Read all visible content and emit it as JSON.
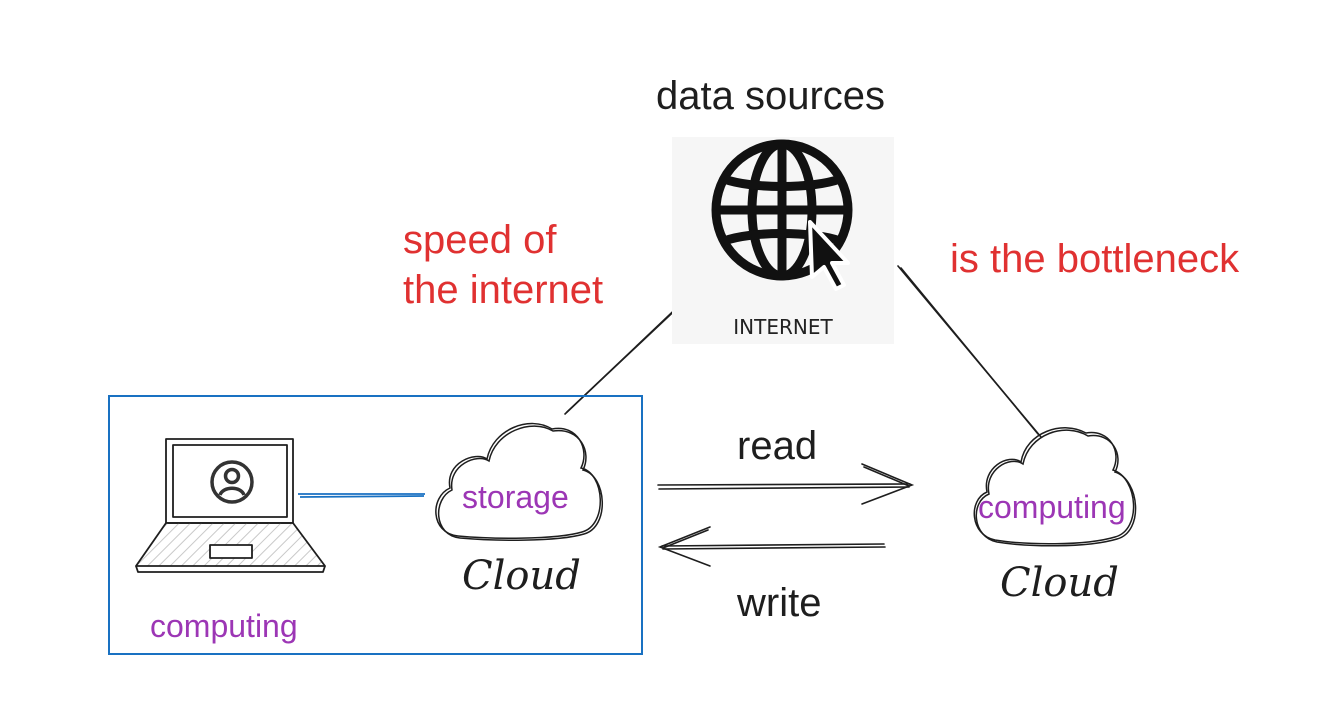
{
  "title": "data sources",
  "internet_label": "INTERNET",
  "annotations": {
    "left": [
      "speed of",
      "the internet"
    ],
    "right": "is the bottleneck"
  },
  "storage_cloud": {
    "inner_label": "storage",
    "caption": "Cloud"
  },
  "computing_cloud": {
    "inner_label": "computing",
    "caption": "Cloud"
  },
  "local_box": {
    "label": "computing"
  },
  "arrows": {
    "read": "read",
    "write": "write"
  },
  "colors": {
    "annotation": "#e03131",
    "inner_label": "#9c36b5",
    "box_border": "#1971c2",
    "connector": "#1971c2",
    "stroke": "#1e1e1e"
  },
  "icons": [
    "globe-icon",
    "cursor-icon",
    "laptop-icon",
    "user-icon",
    "cloud-icon"
  ]
}
